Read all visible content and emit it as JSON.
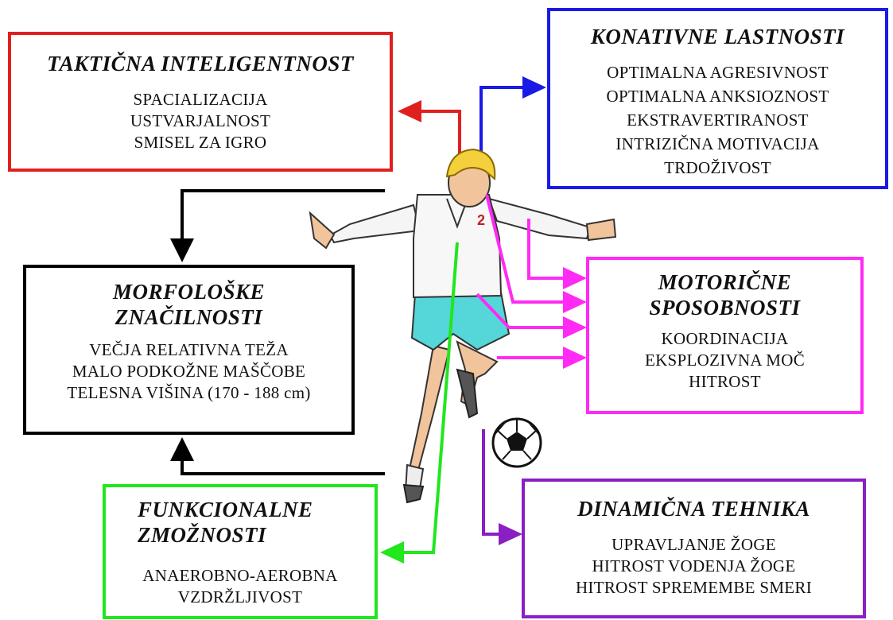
{
  "boxes": {
    "tactical": {
      "title": "TAKTIČNA INTELIGENTNOST",
      "items": [
        "SPACIALIZACIJA",
        "USTVARJALNOST",
        "SMISEL ZA IGRO"
      ],
      "color": "#e0201f"
    },
    "conative": {
      "title": "KONATIVNE LASTNOSTI",
      "items": [
        "OPTIMALNA AGRESIVNOST",
        "OPTIMALNA ANKSIOZNOST",
        "EKSTRAVERTIRANOST",
        "INTRIZIČNA MOTIVACIJA",
        "TRDOŽIVOST"
      ],
      "color": "#1a1ae6"
    },
    "morphological": {
      "title_line1": "MORFOLOŠKE",
      "title_line2": "ZNAČILNOSTI",
      "items": [
        "VEČJA RELATIVNA TEŽA",
        "MALO PODKOŽNE MAŠČOBE",
        "TELESNA VIŠINA (170 - 188 cm)"
      ],
      "color": "#000000"
    },
    "motor": {
      "title_line1": "MOTORIČNE",
      "title_line2": "SPOSOBNOSTI",
      "items": [
        "KOORDINACIJA",
        "EKSPLOZIVNA MOČ",
        "HITROST"
      ],
      "color": "#ff2bf5"
    },
    "functional": {
      "title_line1": "FUNKCIONALNE",
      "title_line2": "ZMOŽNOSTI",
      "items": [
        "ANAEROBNO-AEROBNA",
        "VZDRŽLJIVOST"
      ],
      "color": "#22e61e"
    },
    "dynamic": {
      "title": "DINAMIČNA TEHNIKA",
      "items": [
        "UPRAVLJANJE ŽOGE",
        "HITROST VODENJA ŽOGE",
        "HITROST SPREMEMBE SMERI"
      ],
      "color": "#8a1fc4"
    }
  },
  "player": {
    "shirt_number": "2"
  }
}
